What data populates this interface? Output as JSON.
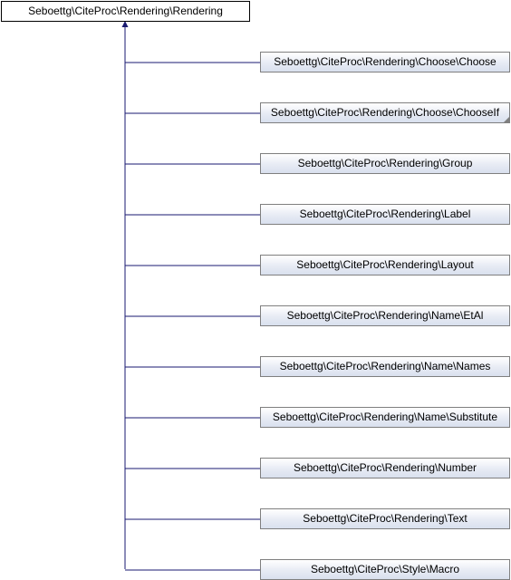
{
  "diagram": {
    "base_class": {
      "label": "Seboettg\\CiteProc\\Rendering\\Rendering"
    },
    "derived_classes": [
      {
        "label": "Seboettg\\CiteProc\\Rendering\\Choose\\Choose",
        "truncated": false
      },
      {
        "label": "Seboettg\\CiteProc\\Rendering\\Choose\\ChooseIf",
        "truncated": true
      },
      {
        "label": "Seboettg\\CiteProc\\Rendering\\Group",
        "truncated": false
      },
      {
        "label": "Seboettg\\CiteProc\\Rendering\\Label",
        "truncated": false
      },
      {
        "label": "Seboettg\\CiteProc\\Rendering\\Layout",
        "truncated": false
      },
      {
        "label": "Seboettg\\CiteProc\\Rendering\\Name\\EtAl",
        "truncated": false
      },
      {
        "label": "Seboettg\\CiteProc\\Rendering\\Name\\Names",
        "truncated": false
      },
      {
        "label": "Seboettg\\CiteProc\\Rendering\\Name\\Substitute",
        "truncated": false
      },
      {
        "label": "Seboettg\\CiteProc\\Rendering\\Number",
        "truncated": false
      },
      {
        "label": "Seboettg\\CiteProc\\Rendering\\Text",
        "truncated": false
      },
      {
        "label": "Seboettg\\CiteProc\\Style\\Macro",
        "truncated": false
      }
    ],
    "colors": {
      "edge": "#191970",
      "node_border": "#7f7f7f",
      "base_border": "#000000"
    }
  }
}
